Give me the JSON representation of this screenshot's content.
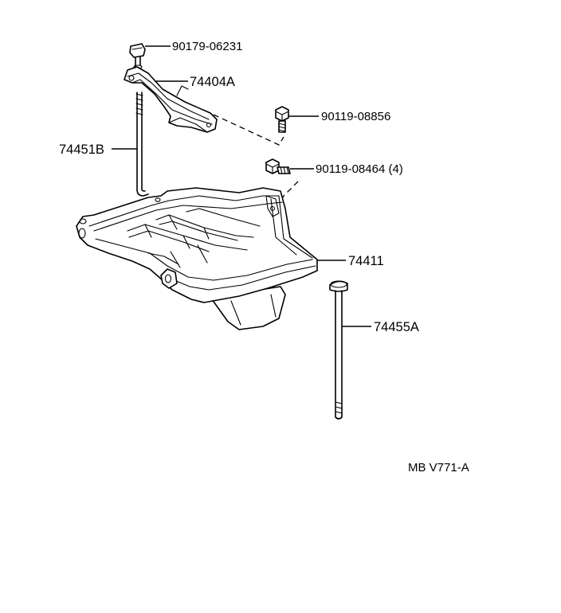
{
  "parts": {
    "clamp_nut": "90179-06231",
    "battery_hold_down_clamp": "74404A",
    "bolt_upper": "90119-08856",
    "bolt_lower": "90119-08464 (4)",
    "hold_down_rod": "74451B",
    "battery_tray": "74411",
    "hold_down_rod_long": "74455A"
  },
  "figure_code": "MB V771-A"
}
